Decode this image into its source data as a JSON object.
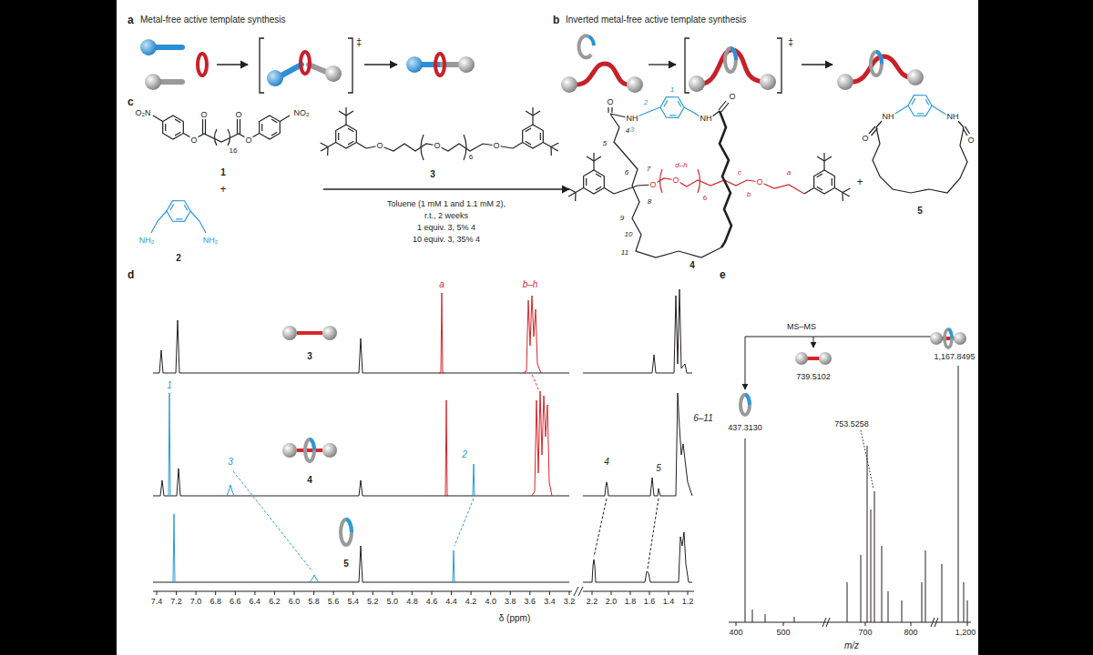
{
  "diagram": {
    "labels": [
      "a",
      "Metal-free active template synthesis",
      "‡",
      "b",
      "Inverted metal-free active template synthesis",
      "‡",
      "c",
      "O₂N",
      "O",
      "O",
      "16",
      "O",
      "O",
      "NO₂",
      "1",
      "+",
      "NH₂",
      "NH₂",
      "2",
      "O",
      "O",
      "6",
      "O",
      "3",
      "Toluene (1 mM 1 and 1.1 mM 2),",
      "r.t., 2 weeks",
      "1 equiv. 3, 5% 4",
      "10 equiv. 3, 35% 4",
      "O",
      "NH",
      "1",
      "2",
      "3",
      "NH",
      "O",
      "4",
      "5",
      "6",
      "7",
      "O",
      "8",
      "9",
      "10",
      "11",
      "d–h",
      "O",
      "6",
      "c",
      "b",
      "O",
      "a",
      "4",
      "+",
      "O",
      "NH",
      "NH",
      "O",
      "5",
      "d",
      "a",
      "b–h",
      "3",
      "1",
      "4",
      "6–11",
      "3",
      "2",
      "4",
      "5",
      "5",
      "7.4",
      "7.2",
      "7.0",
      "6.8",
      "6.6",
      "6.4",
      "6.2",
      "6.0",
      "5.8",
      "5.6",
      "5.4",
      "5.2",
      "5.0",
      "4.8",
      "4.6",
      "4.4",
      "4.2",
      "4.0",
      "3.8",
      "3.6",
      "3.4",
      "3.2",
      "2.2",
      "2.0",
      "1.8",
      "1.6",
      "1.4",
      "1.2",
      "δ (ppm)",
      "e",
      "MS–MS",
      "1,167.8495",
      "437.3130",
      "739.5102",
      "753.5258",
      "400",
      "500",
      "700",
      "800",
      "1,200",
      "m/z"
    ]
  }
}
